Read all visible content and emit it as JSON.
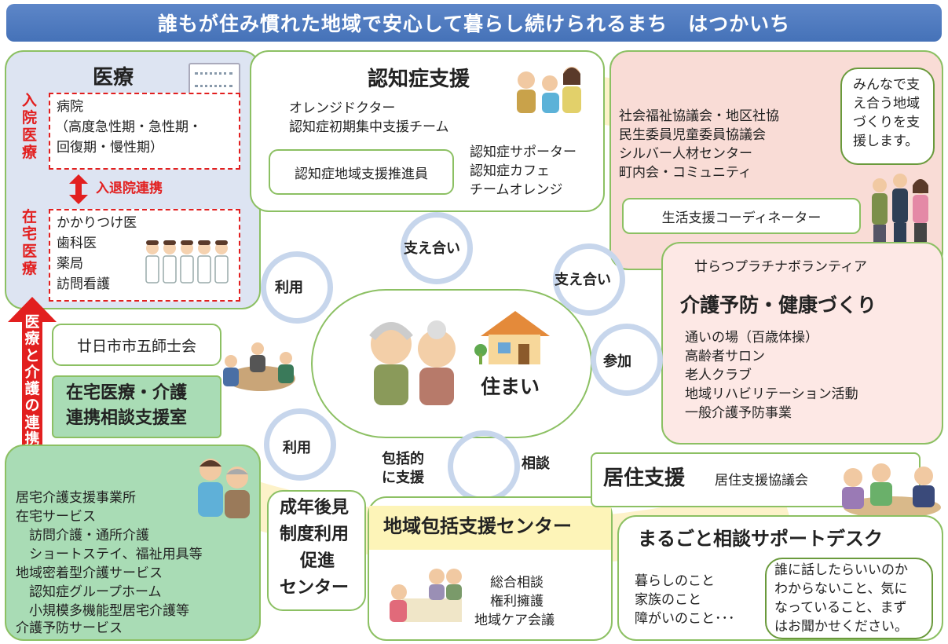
{
  "header": {
    "title": "誰もが住み慣れた地域で安心して暮らし続けられるまち　はつかいち"
  },
  "medical": {
    "title": "医療",
    "inpatient_label": "入院医療",
    "hospital_lines": [
      "病院",
      "（高度急性期・急性期・",
      "回復期・慢性期）"
    ],
    "admission_link": "入退院連携",
    "home_label": "在宅医療",
    "home_lines": [
      "かかりつけ医",
      "歯科医",
      "薬局",
      "訪問看護"
    ],
    "care_link_vertical": "医療と介護の連携"
  },
  "dementia": {
    "title": "認知症支援",
    "lines": [
      "オレンジドクター",
      "認知症初期集中支援チーム"
    ],
    "promoter": "認知症地域支援推進員",
    "sub_lines": [
      "認知症サポーター",
      "認知症カフェ",
      "チームオレンジ"
    ]
  },
  "social": {
    "lines": [
      "社会福祉協議会・地区社協",
      "民生委員児童委員協議会",
      "シルバー人材センター",
      "町内会・コミュニティ"
    ],
    "bubble_lines": [
      "みんなで支",
      "え合う地域",
      "づくりを支",
      "援します。"
    ],
    "coordinator": "生活支援コーディネーター"
  },
  "prevention": {
    "volunteer": "廿らつプラチナボランティア",
    "title": "介護予防・健康づくり",
    "lines": [
      "通いの場（百歳体操）",
      "高齢者サロン",
      "老人クラブ",
      "地域リハビリテーション活動",
      "一般介護予防事業"
    ]
  },
  "center": {
    "label": "住まい"
  },
  "cycles": {
    "support1": "支え合い",
    "support2": "支え合い",
    "use1": "利用",
    "use2": "利用",
    "join": "参加",
    "comprehensive": [
      "包括的",
      "に支援"
    ],
    "consult": "相談"
  },
  "shishikai": {
    "label": "廿日市市五師士会"
  },
  "home_care_room": {
    "lines": [
      "在宅医療・介護",
      "連携相談支援室"
    ]
  },
  "care_services": {
    "lines": [
      "居宅介護支援事業所",
      "在宅サービス",
      "　訪問介護・通所介護",
      "　ショートステイ、福祉用具等",
      "地域密着型介護サービス",
      "　認知症グループホーム",
      "　小規模多機能型居宅介護等",
      "介護予防サービス"
    ]
  },
  "guardian": {
    "lines": [
      "成年後見",
      "制度利用",
      "促進",
      "センター"
    ]
  },
  "housing": {
    "title": "居住支援",
    "council": "居住支援協議会"
  },
  "regional_center": {
    "title": "地域包括支援センター",
    "lines": [
      "総合相談",
      "権利擁護",
      "地域ケア会議"
    ]
  },
  "marugoto": {
    "title": "まるごと相談サポートデスク",
    "lines": [
      "暮らしのこと",
      "家族のこと",
      "障がいのこと･･･"
    ],
    "bubble_lines": [
      "誰に話したらいいのか",
      "わからないこと、気に",
      "なっていること、まず",
      "はお聞かせください。"
    ]
  },
  "colors": {
    "title_bar": "#4f7cc0",
    "medical_bg": "#dde4f2",
    "green_border": "#8cc063",
    "red": "#e21f1f",
    "pink_bg": "#f9dcd6",
    "mint_bg": "#a9dcb5"
  }
}
